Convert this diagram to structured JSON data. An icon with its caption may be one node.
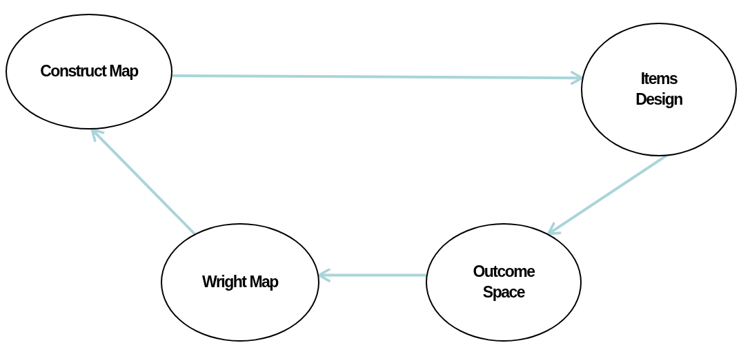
{
  "diagram": {
    "nodes": [
      {
        "text": [
          "Construct Map"
        ]
      },
      {
        "text": [
          "Items Design"
        ]
      },
      {
        "text": [
          "Outcome Space"
        ]
      },
      {
        "text": [
          "Wright Map"
        ]
      }
    ],
    "edges": [
      {
        "from": 0,
        "to": 1,
        "arrow": "to"
      },
      {
        "from": 1,
        "to": 2,
        "arrow": "to"
      },
      {
        "from": 2,
        "to": 3,
        "arrow": "to"
      },
      {
        "from": 3,
        "to": 0,
        "arrow": "to"
      }
    ]
  }
}
